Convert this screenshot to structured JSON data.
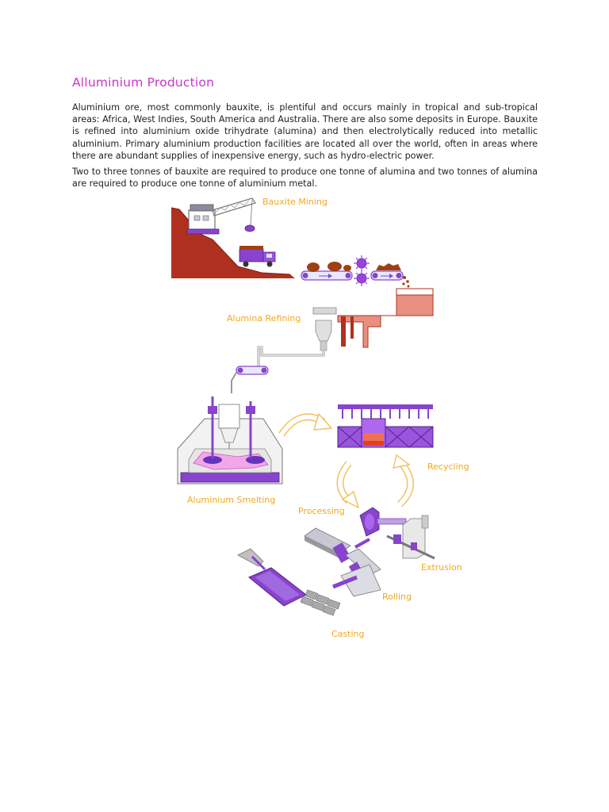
{
  "page": {
    "title": "Alluminium Production",
    "paragraphs": [
      "Aluminium ore, most commonly bauxite, is plentiful and occurs mainly in tropical and sub-tropical areas: Africa, West Indies, South America and Australia. There are also some deposits in Europe. Bauxite is refined into aluminium oxide trihydrate (alumina) and then electrolytically reduced into metallic aluminium. Primary aluminium production facilities are located all over the world, often in areas where there are abundant supplies of inexpensive energy, such as hydro-electric power.",
      "Two to three tonnes of bauxite are required to produce one tonne of alumina and two tonnes of alumina are required to produce one tonne of aluminium metal."
    ]
  },
  "diagram": {
    "labels": {
      "bauxite_mining": "Bauxite Mining",
      "alumina_refining": "Alumina Refining",
      "aluminium_smelting": "Aluminium Smelting",
      "recycling": "Recycling",
      "processing": "Processing",
      "extrusion": "Extrusion",
      "rolling": "Rolling",
      "casting": "Casting"
    },
    "colors": {
      "label": "#f0a820",
      "earth": "#b03020",
      "machine_purple": "#8844cc",
      "ore_brown": "#a04010",
      "tank_pink": "#e89080",
      "title_magenta": "#cc33cc"
    }
  }
}
